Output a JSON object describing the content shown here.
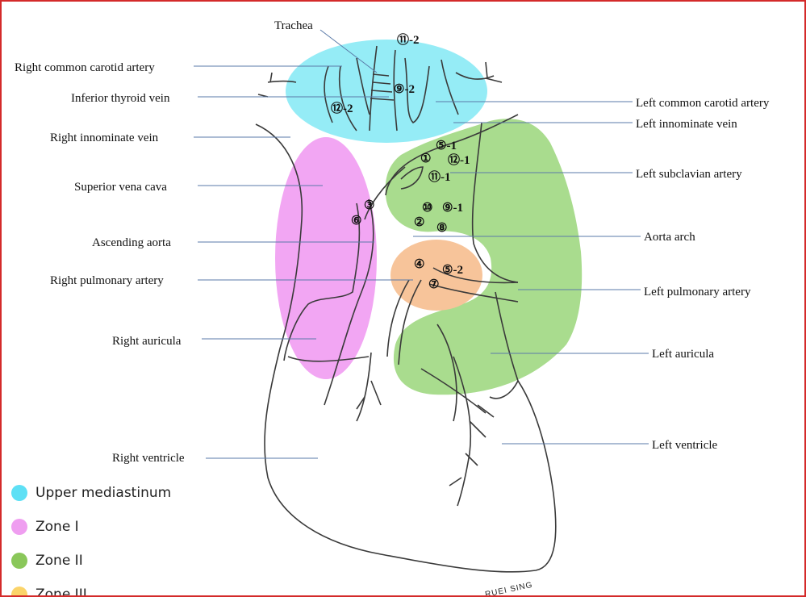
{
  "labels": {
    "trachea": "Trachea",
    "right_common_carotid_artery": "Right  common  carotid artery",
    "inferior_thyroid_vein": "Inferior  thyroid vein",
    "right_innominate_vein": "Right   innominate vein",
    "superior_vena_cava": "Superior vena cava",
    "ascending_aorta": "Ascending  aorta",
    "right_pulmonary_artery": "Right  pulmonary  artery",
    "right_auricula": "Right  auricula",
    "right_ventricle": "Right  ventricle",
    "left_common_carotid_artery": "Left  common  carotid  artery",
    "left_innominate_vein": "Left  innominate  vein",
    "left_subclavian_artery": "Left  subclavian  artery",
    "aorta_arch": "Aorta arch",
    "left_pulmonary_artery": "Left  pulmonary  artery",
    "left_auricula": "Left  auricula",
    "left_ventricle": "Left  ventricle"
  },
  "markers": {
    "m11_2": {
      "num": "⑪",
      "suffix": "-2"
    },
    "m9_2": {
      "num": "⑨",
      "suffix": "-2"
    },
    "m12_2": {
      "num": "⑫",
      "suffix": "-2"
    },
    "m5_1": {
      "num": "⑤",
      "suffix": "-1"
    },
    "m1": {
      "num": "①",
      "suffix": ""
    },
    "m12_1": {
      "num": "⑫",
      "suffix": "-1"
    },
    "m11_1": {
      "num": "⑪",
      "suffix": "-1"
    },
    "m3": {
      "num": "③",
      "suffix": ""
    },
    "m6": {
      "num": "⑥",
      "suffix": ""
    },
    "m10": {
      "num": "⑩",
      "suffix": ""
    },
    "m9_1": {
      "num": "⑨",
      "suffix": "-1"
    },
    "m2": {
      "num": "②",
      "suffix": ""
    },
    "m8": {
      "num": "⑧",
      "suffix": ""
    },
    "m4": {
      "num": "④",
      "suffix": ""
    },
    "m5_2": {
      "num": "⑤",
      "suffix": "-2"
    },
    "m7": {
      "num": "⑦",
      "suffix": ""
    }
  },
  "legend": [
    {
      "label": "Upper mediastinum",
      "color": "#5ee0f5"
    },
    {
      "label": "Zone I",
      "color": "#ef9ef0"
    },
    {
      "label": "Zone II",
      "color": "#8ac75a"
    },
    {
      "label": "Zone III",
      "color": "#fbd46a"
    }
  ],
  "zones": {
    "upper_mediastinum": "#95ecf6",
    "zone_one": "#f2a6f3",
    "zone_two": "#a9dc8e",
    "zone_three": "#f7c49a"
  },
  "signature": "RUEI SING",
  "frame_color": "#d42a2a"
}
